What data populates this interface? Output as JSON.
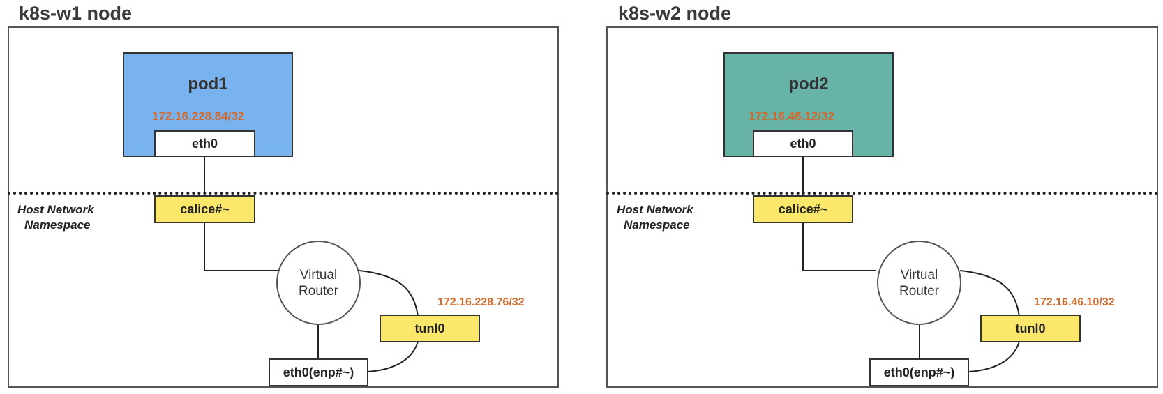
{
  "nodes": [
    {
      "title": "k8s-w1 node",
      "pod_name": "pod1",
      "pod_color": "#78b3f0",
      "pod_ip": "172.16.228.84/32",
      "pod_iface": "eth0",
      "host_ns": [
        "Host Network",
        "Namespace"
      ],
      "veth": "calice#~",
      "router": [
        "Virtual",
        "Router"
      ],
      "tunnel_ip": "172.16.228.76/32",
      "tunnel": "tunl0",
      "host_iface": "eth0(enp#~)"
    },
    {
      "title": "k8s-w2 node",
      "pod_name": "pod2",
      "pod_color": "#68b3a8",
      "pod_ip": "172.16.46.12/32",
      "pod_iface": "eth0",
      "host_ns": [
        "Host Network",
        "Namespace"
      ],
      "veth": "calice#~",
      "router": [
        "Virtual",
        "Router"
      ],
      "tunnel_ip": "172.16.46.10/32",
      "tunnel": "tunl0",
      "host_iface": "eth0(enp#~)"
    }
  ]
}
